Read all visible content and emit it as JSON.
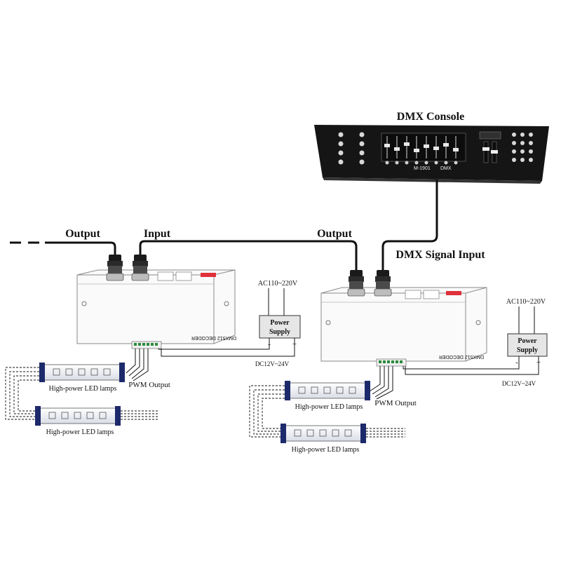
{
  "console": {
    "title": "DMX Console",
    "brand_text": "M-1901",
    "mode_text": "DMX"
  },
  "labels": {
    "output_left": "Output",
    "input_left": "Input",
    "output_mid": "Output",
    "dmx_signal_input": "DMX Signal Input"
  },
  "decoder_left": {
    "name": "DMX512 DECODER",
    "ac_label": "AC110~220V",
    "power_supply_line1": "Power",
    "power_supply_line2": "Supply",
    "minus": "-",
    "plus": "+",
    "dc_label": "DC12V~24V",
    "pwm_label": "PWM Output",
    "lamp1_label": "High-power LED lamps",
    "lamp2_label": "High-power LED lamps"
  },
  "decoder_right": {
    "name": "DMX512 DECODER",
    "ac_label": "AC110~220V",
    "power_supply_line1": "Power",
    "power_supply_line2": "Supply",
    "minus": "-",
    "plus": "+",
    "dc_label": "DC12V~24V",
    "pwm_label": "PWM Output",
    "lamp1_label": "High-power LED lamps",
    "lamp2_label": "High-power LED lamps"
  },
  "colors": {
    "console_body": "#1a1a1a",
    "cable": "#111111",
    "decoder_outline": "#8a8a8a",
    "dip_switch": "#e0303a",
    "lamp_cap": "#1c2a6b",
    "power_supply_fill": "#e6e6e6"
  }
}
